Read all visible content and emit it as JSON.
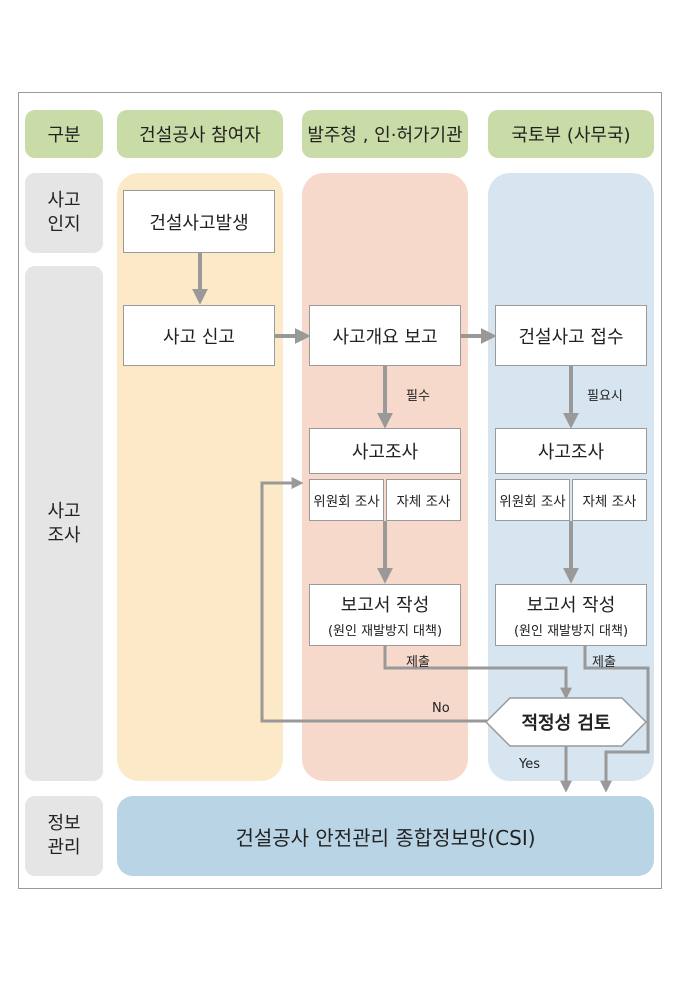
{
  "headers": {
    "category": "구분",
    "participants": "건설공사 참여자",
    "agencies": "발주청 , 인·허가기관",
    "ministry": "국토부 (사무국)"
  },
  "side": {
    "awareness": "사고\n인지",
    "investigation": "사고\n조사",
    "info": "정보\n관리"
  },
  "boxes": {
    "occurrence": "건설사고발생",
    "report": "사고 신고",
    "summary_report": "사고개요 보고",
    "receipt": "건설사고 접수",
    "investigation_a": "사고조사",
    "investigation_b": "사고조사",
    "committee_a": "위원회 조사",
    "self_a": "자체 조사",
    "committee_b": "위원회 조사",
    "self_b": "자체 조사",
    "writeup_a": "보고서 작성",
    "writeup_a_sub": "(원인 재발방지 대책)",
    "writeup_b": "보고서 작성",
    "writeup_b_sub": "(원인 재발방지 대책)",
    "review": "적정성 검토",
    "csi": "건설공사 안전관리 종합정보망(CSI)"
  },
  "labels": {
    "required": "필수",
    "if_needed": "필요시",
    "submit_a": "제출",
    "submit_b": "제출",
    "no": "No",
    "yes": "Yes"
  },
  "colors": {
    "header_bg": "#c9dba6",
    "side_bg": "#e5e5e5",
    "lane_participants": "#fbe9c8",
    "lane_agencies": "#f7d9cc",
    "lane_ministry": "#d7e5f0",
    "csi_bg": "#b9d5e5",
    "arrow": "#999999"
  }
}
